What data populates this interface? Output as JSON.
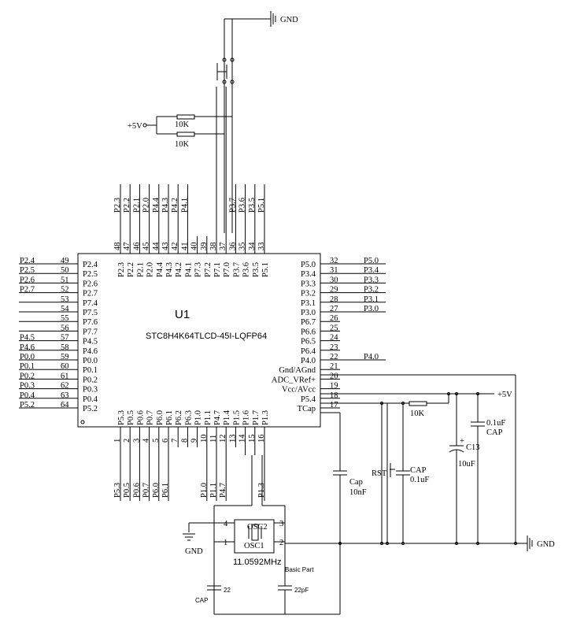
{
  "chip": {
    "ref": "U1",
    "part": "STC8H4K64TLCD-45I-LQFP64",
    "left": [
      {
        "num": "49",
        "name": "P2.4",
        "net": "P2.4"
      },
      {
        "num": "50",
        "name": "P2.5",
        "net": "P2.5"
      },
      {
        "num": "51",
        "name": "P2.6",
        "net": "P2.6"
      },
      {
        "num": "52",
        "name": "P2.7",
        "net": "P2.7"
      },
      {
        "num": "53",
        "name": "P7.4",
        "net": ""
      },
      {
        "num": "54",
        "name": "P7.5",
        "net": ""
      },
      {
        "num": "55",
        "name": "P7.6",
        "net": ""
      },
      {
        "num": "56",
        "name": "P7.7",
        "net": ""
      },
      {
        "num": "57",
        "name": "P4.5",
        "net": "P4.5"
      },
      {
        "num": "58",
        "name": "P4.6",
        "net": "P4.6"
      },
      {
        "num": "59",
        "name": "P0.0",
        "net": "P0.0"
      },
      {
        "num": "60",
        "name": "P0.1",
        "net": "P0.1"
      },
      {
        "num": "61",
        "name": "P0.2",
        "net": "P0.2"
      },
      {
        "num": "62",
        "name": "P0.3",
        "net": "P0.3"
      },
      {
        "num": "63",
        "name": "P0.4",
        "net": "P0.4"
      },
      {
        "num": "64",
        "name": "P5.2",
        "net": "P5.2"
      }
    ],
    "right": [
      {
        "num": "32",
        "name": "P5.0",
        "net": "P5.0"
      },
      {
        "num": "31",
        "name": "P3.4",
        "net": "P3.4"
      },
      {
        "num": "30",
        "name": "P3.3",
        "net": "P3.3"
      },
      {
        "num": "29",
        "name": "P3.2",
        "net": "P3.2"
      },
      {
        "num": "28",
        "name": "P3.1",
        "net": "P3.1"
      },
      {
        "num": "27",
        "name": "P3.0",
        "net": "P3.0"
      },
      {
        "num": "26",
        "name": "P6.7",
        "net": ""
      },
      {
        "num": "25",
        "name": "P6.6",
        "net": ""
      },
      {
        "num": "24",
        "name": "P6.5",
        "net": ""
      },
      {
        "num": "23",
        "name": "P6.4",
        "net": ""
      },
      {
        "num": "22",
        "name": "P4.0",
        "net": "P4.0"
      },
      {
        "num": "21",
        "name": "Gnd/AGnd",
        "net": ""
      },
      {
        "num": "20",
        "name": "ADC_VRef+",
        "net": ""
      },
      {
        "num": "19",
        "name": "Vcc/AVcc",
        "net": ""
      },
      {
        "num": "18",
        "name": "P5.4",
        "net": ""
      },
      {
        "num": "17",
        "name": "TCap",
        "net": ""
      }
    ],
    "top": [
      {
        "num": "48",
        "name": "P2.3",
        "net": "P2.3"
      },
      {
        "num": "47",
        "name": "P2.2",
        "net": "P2.2"
      },
      {
        "num": "46",
        "name": "P2.1",
        "net": "P2.1"
      },
      {
        "num": "45",
        "name": "P2.0",
        "net": "P2.0"
      },
      {
        "num": "44",
        "name": "P4.4",
        "net": "P4.4"
      },
      {
        "num": "43",
        "name": "P4.3",
        "net": "P4.3"
      },
      {
        "num": "42",
        "name": "P4.2",
        "net": "P4.2"
      },
      {
        "num": "41",
        "name": "P4.1",
        "net": "P4.1"
      },
      {
        "num": "40",
        "name": "P7.3",
        "net": ""
      },
      {
        "num": "39",
        "name": "P7.2",
        "net": ""
      },
      {
        "num": "38",
        "name": "P7.1",
        "net": ""
      },
      {
        "num": "37",
        "name": "P7.0",
        "net": ""
      },
      {
        "num": "36",
        "name": "P3.7",
        "net": "P3.7"
      },
      {
        "num": "35",
        "name": "P3.6",
        "net": "P3.6"
      },
      {
        "num": "34",
        "name": "P3.5",
        "net": "P3.5"
      },
      {
        "num": "33",
        "name": "P5.1",
        "net": "P5.1"
      }
    ],
    "bottom": [
      {
        "num": "1",
        "name": "P5.3",
        "net": "P5.3"
      },
      {
        "num": "2",
        "name": "P0.5",
        "net": "P0.5"
      },
      {
        "num": "3",
        "name": "P0.6",
        "net": "P0.6"
      },
      {
        "num": "4",
        "name": "P0.7",
        "net": "P0.7"
      },
      {
        "num": "5",
        "name": "P6.0",
        "net": "P6.0"
      },
      {
        "num": "6",
        "name": "P6.1",
        "net": "P6.1"
      },
      {
        "num": "7",
        "name": "P6.2",
        "net": ""
      },
      {
        "num": "8",
        "name": "P6.3",
        "net": ""
      },
      {
        "num": "9",
        "name": "P1.0",
        "net": ""
      },
      {
        "num": "10",
        "name": "P1.1",
        "net": "P1.0"
      },
      {
        "num": "11",
        "name": "P4.7",
        "net": "P1.1"
      },
      {
        "num": "12",
        "name": "P1.4",
        "net": "P4.7"
      },
      {
        "num": "13",
        "name": "P1.5",
        "net": ""
      },
      {
        "num": "14",
        "name": "P1.6",
        "net": ""
      },
      {
        "num": "15",
        "name": "P1.7",
        "net": ""
      },
      {
        "num": "16",
        "name": "P1.3",
        "net": "P1.3"
      }
    ]
  },
  "power": {
    "gnd": "GND",
    "vcc": "+5V"
  },
  "resistors": {
    "r_top1": "10K",
    "r_top2": "10K",
    "r_reset": "10K"
  },
  "caps": {
    "cap_tcap_name": "Cap",
    "cap_tcap_value": "10nF",
    "cap_rst_name": "CAP",
    "cap_rst_value": "0.1uF",
    "c13_name": "C13",
    "c13_value": "10uF",
    "cap_dec_value": "0.1uF",
    "cap_dec_name": "CAP",
    "xtal_cap_left_value": "22",
    "xtal_cap_left_name": "CAP",
    "xtal_cap_right_value": "22pF"
  },
  "reset": {
    "label": "RST"
  },
  "oscillator": {
    "name_top": "OSC2",
    "name_bottom": "OSC1",
    "pin1": "1",
    "pin2": "2",
    "pin3": "3",
    "pin4": "4",
    "freq": "11.0592MHz",
    "part": "Basic Part"
  }
}
